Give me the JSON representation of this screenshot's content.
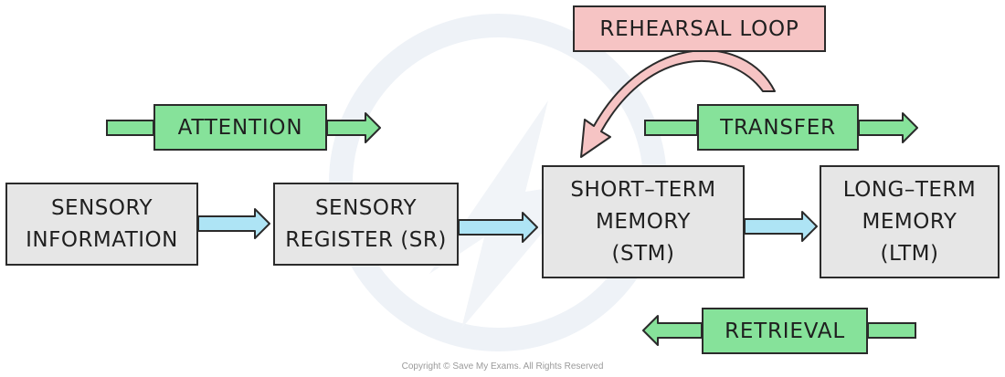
{
  "colors": {
    "box_fill": "#e6e6e6",
    "label_green": "#86e29a",
    "blue_arrow": "#aee4f5",
    "loop_pink": "#f6c4c4",
    "outline": "#2b2b2b"
  },
  "boxes": {
    "sensory_information": "SENSORY\nINFORMATION",
    "sensory_register": "SENSORY\nREGISTER (SR)",
    "short_term_memory": "SHORT–TERM\nMEMORY\n(STM)",
    "long_term_memory": "LONG–TERM\nMEMORY\n(LTM)"
  },
  "labels": {
    "rehearsal_loop": "REHEARSAL LOOP",
    "attention": "ATTENTION",
    "transfer": "TRANSFER",
    "retrieval": "RETRIEVAL"
  },
  "footer": "Copyright © Save My Exams. All Rights Reserved"
}
